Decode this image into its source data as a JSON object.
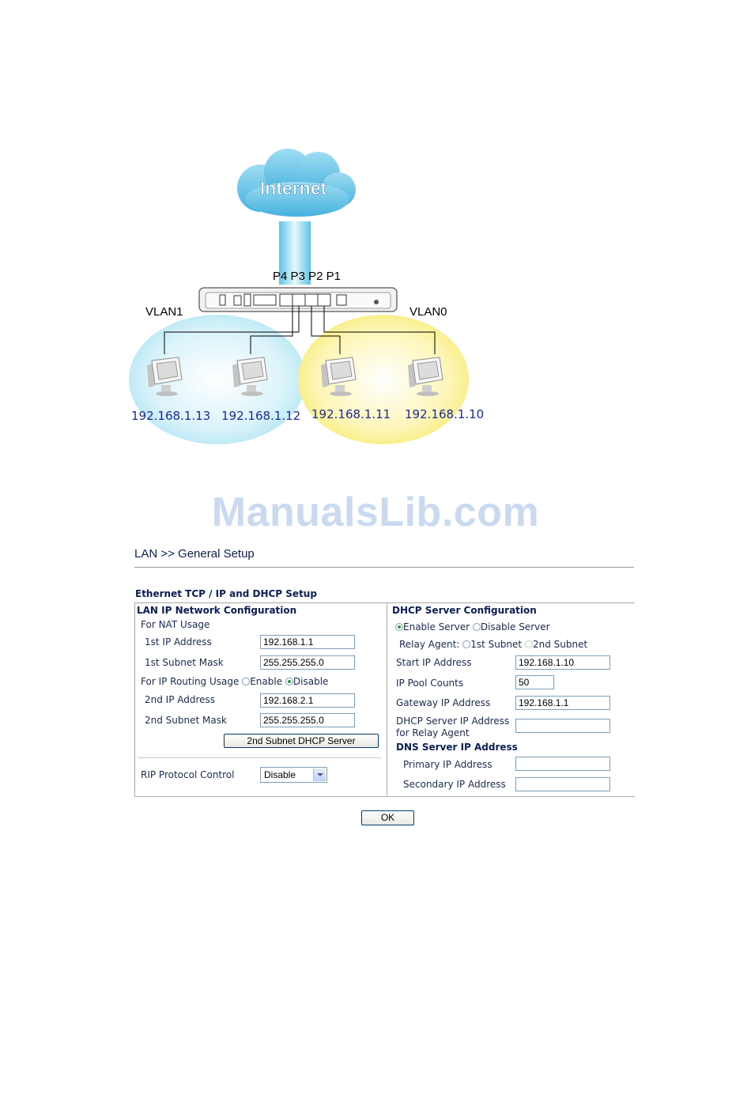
{
  "diagram": {
    "cloud_label": "Internet",
    "port_labels": "P4 P3 P2 P1",
    "vlan_left": "VLAN1",
    "vlan_right": "VLAN0",
    "pc_ips": [
      "192.168.1.13",
      "192.168.1.12",
      "192.168.1.11",
      "192.168.1.10"
    ]
  },
  "watermark": "ManualsLib.com",
  "page": {
    "title": "LAN >> General Setup",
    "section_title": "Ethernet TCP / IP and DHCP Setup"
  },
  "lan": {
    "heading": "LAN IP Network Configuration",
    "nat_usage_label": "For NAT Usage",
    "ip1_label": "1st IP Address",
    "ip1_value": "192.168.1.1",
    "mask1_label": "1st Subnet Mask",
    "mask1_value": "255.255.255.0",
    "routing_label": "For IP Routing Usage",
    "routing_enable": "Enable",
    "routing_disable": "Disable",
    "ip2_label": "2nd IP Address",
    "ip2_value": "192.168.2.1",
    "mask2_label": "2nd Subnet Mask",
    "mask2_value": "255.255.255.0",
    "dhcp2_button": "2nd Subnet DHCP Server",
    "rip_label": "RIP Protocol Control",
    "rip_value": "Disable"
  },
  "dhcp": {
    "heading": "DHCP Server Configuration",
    "enable_server": "Enable Server",
    "disable_server": "Disable Server",
    "relay_agent_label": "Relay Agent:",
    "relay_1st": "1st Subnet",
    "relay_2nd": "2nd Subnet",
    "start_ip_label": "Start IP Address",
    "start_ip_value": "192.168.1.10",
    "pool_label": "IP Pool Counts",
    "pool_value": "50",
    "gateway_label": "Gateway IP Address",
    "gateway_value": "192.168.1.1",
    "relay_ip_label_1": "DHCP Server IP Address",
    "relay_ip_label_2": "for Relay Agent",
    "relay_ip_value": "",
    "dns_heading": "DNS Server IP Address",
    "primary_label": "Primary IP Address",
    "primary_value": "",
    "secondary_label": "Secondary IP Address",
    "secondary_value": ""
  },
  "actions": {
    "ok": "OK"
  },
  "colors": {
    "heading": "#0b1f56",
    "ip_text": "#1b2a9a",
    "vlan1_fill": "#cdeef7",
    "vlan0_fill": "#fbf3a6",
    "cable": "#8fd4ee"
  }
}
